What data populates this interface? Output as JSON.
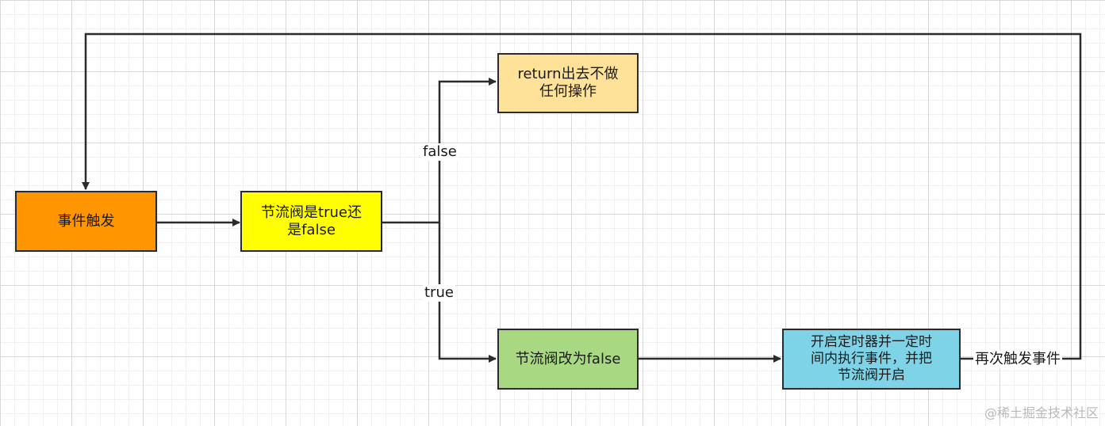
{
  "nodes": {
    "event": {
      "text": "事件触发",
      "color": "#FF9500"
    },
    "check": {
      "text": "节流阀是true还\n是false",
      "color": "#FFFF00"
    },
    "return": {
      "text": "return出去不做\n任何操作",
      "color": "#FFE29A"
    },
    "set": {
      "text": "节流阀改为false",
      "color": "#A9D883"
    },
    "timer": {
      "text": "开启定时器并一定时\n间内执行事件，并把\n节流阀开启",
      "color": "#7FD3E6"
    }
  },
  "edges": {
    "false_label": "false",
    "true_label": "true",
    "again_label": "再次触发事件"
  },
  "watermark": "@稀土掘金技术社区"
}
